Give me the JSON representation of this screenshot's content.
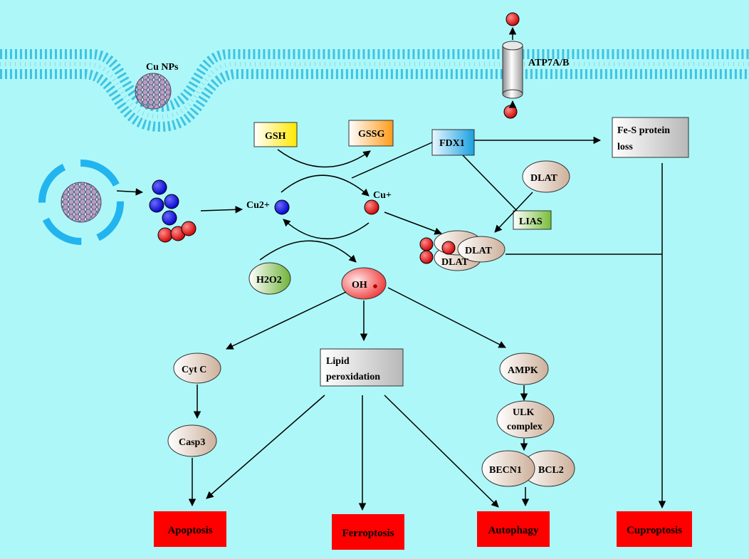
{
  "colors": {
    "background": "#aef7f8",
    "membrane": "#3fc3e3",
    "outcome_box": "#ff0000",
    "copper_ion_2": "#1010dd",
    "copper_ion_1": "#dd1a1a"
  },
  "membrane": {
    "nanoparticle_label": "Cu NPs",
    "transporter_label": "ATP7A/B"
  },
  "nodes": {
    "gsh": "GSH",
    "gssg": "GSSG",
    "fdx1": "FDX1",
    "fe_s": [
      "Fe-S protein",
      "loss"
    ],
    "dlat_free": "DLAT",
    "lias": "LIAS",
    "cu2": "Cu2+",
    "cu1": "Cu+",
    "dlat_front": "DLAT",
    "dlat_back": "DLAT",
    "h2o2": "H2O2",
    "oh": "OH",
    "cyt_c": "Cyt C",
    "lipid": [
      "Lipid",
      "peroxidation"
    ],
    "ampk": "AMPK",
    "casp3": "Casp3",
    "ulk": [
      "ULK",
      "complex"
    ],
    "becn1": "BECN1",
    "bcl2": "BCL2"
  },
  "outcomes": [
    "Apoptosis",
    "Ferroptosis",
    "Autophagy",
    "Cuproptosis"
  ]
}
